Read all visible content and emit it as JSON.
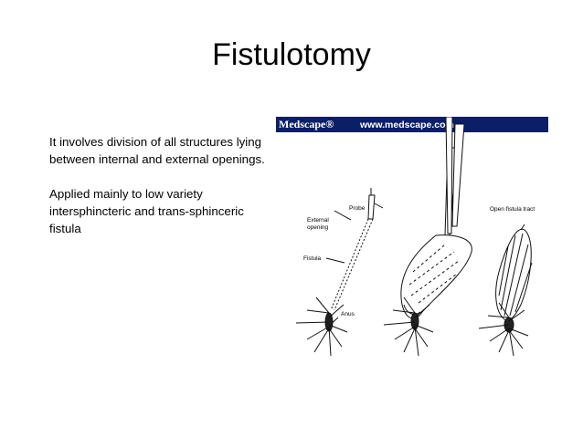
{
  "slide": {
    "title": "Fistulotomy",
    "paragraph1": "It involves division of all structures lying between internal and external openings.",
    "paragraph2": "Applied mainly to low variety intersphincteric and trans-sphinceric fistula"
  },
  "figure": {
    "banner_logo": "Medscape®",
    "banner_url": "www.medscape.com",
    "banner_color": "#0b1f66",
    "labels": {
      "probe": "Probe",
      "external_opening_line1": "External",
      "external_opening_line2": "opening",
      "fistula": "Fistula",
      "anus": "Anus",
      "open_fistula_tract": "Open fistula tract"
    }
  }
}
